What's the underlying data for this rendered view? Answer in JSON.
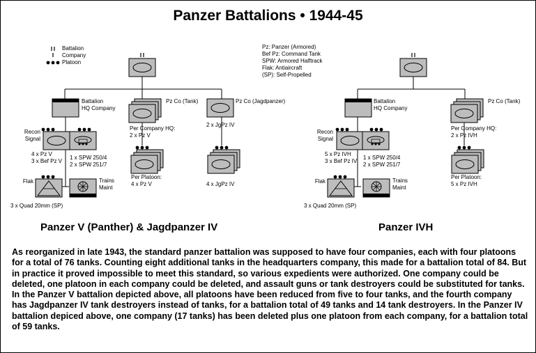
{
  "title": "Panzer Battalions • 1944-45",
  "legend": {
    "battalion": "Battalion",
    "company": "Company",
    "platoon": "Platoon"
  },
  "abbreviations": [
    "Pz: Panzer (Armored)",
    "Bef Pz: Command Tank",
    "SPW: Armored Halftrack",
    "Flak: Antiaircraft",
    "(SP): Self-Propelled"
  ],
  "left": {
    "hq_company": "Battalion\nHQ Company",
    "tank_company": "Pz Co (Tank)",
    "jagd_company": "Pz Co (Jagdpanzer)",
    "recon_label": "Recon\nSignal",
    "recon_equipment": "4 x Pz V\n3 x Bef Pz V",
    "spw_equipment": "1 x SPW 250/4\n2 x SPW 251/7",
    "flak_label": "Flak",
    "flak_equipment": "3 x Quad 20mm (SP)",
    "trains_label": "Trains\nMaint",
    "per_company_hq": "Per Company HQ:\n2 x Pz V",
    "jagd_hq": "2 x JgPz IV",
    "per_platoon": "Per Platoon:\n4 x Pz V",
    "jagd_platoon": "4 x JgPz IV",
    "caption": "Panzer V (Panther) & Jagdpanzer IV"
  },
  "right": {
    "hq_company": "Battalion\nHQ Company",
    "tank_company": "Pz Co (Tank)",
    "recon_label": "Recon\nSignal",
    "recon_equipment": "5 x Pz IVH\n3 x Bef Pz IV",
    "spw_equipment": "1 x SPW 250/4\n2 x SPW 251/7",
    "flak_label": "Flak",
    "flak_equipment": "3 x Quad 20mm (SP)",
    "trains_label": "Trains\nMaint",
    "per_company_hq": "Per Company HQ:\n2 x Pz IVH",
    "per_platoon": "Per Platoon:\n5 x Pz IVH",
    "caption": "Panzer IVH"
  },
  "description": "As reorganized in late 1943, the standard panzer battalion was supposed to have four companies, each with four platoons for a total of 76 tanks. Counting eight additional tanks in the headquarters company, this made for a battalion total of 84. But in practice it proved impossible to meet this standard, so various expedients were authorized. One company could be deleted, one platoon in each company could be deleted, and assault guns or tank destroyers could be substituted for tanks. In the Panzer V battalion depicted above, all platoons have been reduced from five to four tanks, and the fourth company has Jagdpanzer IV tank destroyers instead of tanks, for a battalion total of 49 tanks and 14 tank destroyers. In the Panzer IV battalion depiced above, one company (17 tanks) has been deleted plus one platoon from each company, for a battalion total of 59 tanks."
}
